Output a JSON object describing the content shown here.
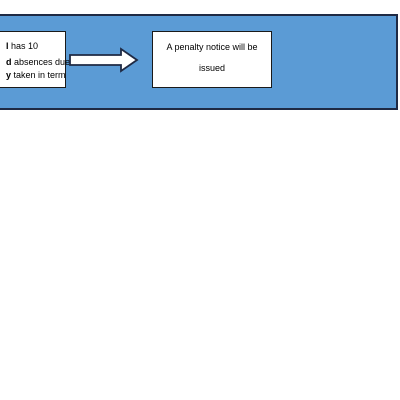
{
  "colors": {
    "banner_fill": "#5b9bd5",
    "banner_border": "#1f2a44",
    "box_fill": "#ffffff",
    "box_border": "#1a1a1a",
    "arrow_stroke": "#1f2a44"
  },
  "left_box": {
    "line1_bold": "l",
    "line1_rest": " has 10",
    "line2_bold": "d",
    "line2_rest": " absences due",
    "line3_bold": "y",
    "line3_rest": " taken in term"
  },
  "right_box": {
    "text": "A penalty notice will be issued"
  },
  "connector": {
    "icon": "right-arrow-icon"
  }
}
